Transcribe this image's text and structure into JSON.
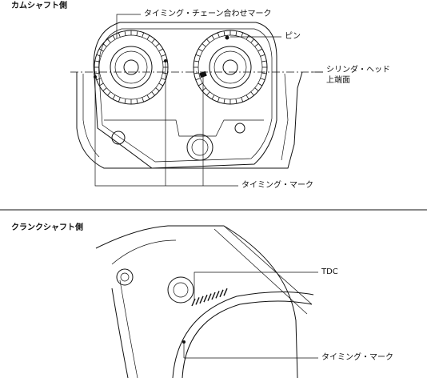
{
  "top": {
    "section_title": "カムシャフト側",
    "labels": {
      "chain_mark": "タイミング・チェーン合わせマーク",
      "pin": "ピン",
      "cylinder_head_1": "シリンダ・ヘッド",
      "cylinder_head_2": "上端面",
      "timing_mark": "タイミング・マーク"
    }
  },
  "bottom": {
    "section_title": "クランクシャフト側",
    "labels": {
      "tdc": "TDC",
      "timing_mark": "タイミング・マーク"
    }
  }
}
